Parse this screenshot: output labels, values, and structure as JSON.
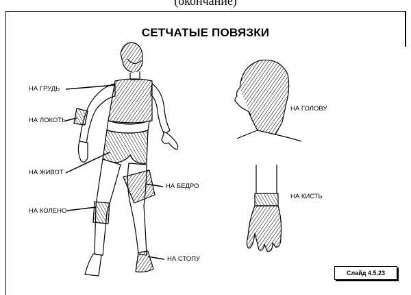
{
  "header_fragment": "(окончание)",
  "title": "СЕТЧАТЫЕ ПОВЯЗКИ",
  "labels": {
    "chest": "НА ГРУДЬ",
    "elbow": "НА ЛОКОТЬ",
    "abdomen": "НА ЖИВОТ",
    "knee": "НА КОЛЕНО",
    "thigh": "НА БЕДРО",
    "foot": "НА СТОПУ",
    "head": "НА ГОЛОВУ",
    "hand": "НА КИСТЬ"
  },
  "slide_id": "Слайд 4.5.23"
}
